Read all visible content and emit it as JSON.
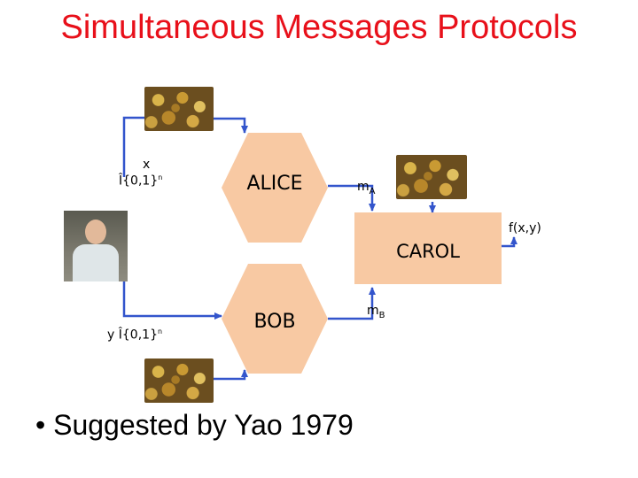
{
  "title": "Simultaneous Messages Protocols",
  "alice": {
    "label": "ALICE",
    "message": "m",
    "message_sub": "A"
  },
  "bob": {
    "label": "BOB",
    "message": "m",
    "message_sub": "B"
  },
  "carol": {
    "label": "CAROL",
    "output": "f(x,y)"
  },
  "inputs": {
    "x_var": "x",
    "x_set": "{0,1}",
    "x_sup": "n",
    "y_var": "y",
    "y_set": "{0,1}",
    "y_sup": "n",
    "member_symbol": "Î"
  },
  "bullet": "• Suggested by Yao 1979",
  "colors": {
    "title": "#e8101a",
    "node_fill": "#f8c9a3",
    "arrow": "#3355cc"
  }
}
